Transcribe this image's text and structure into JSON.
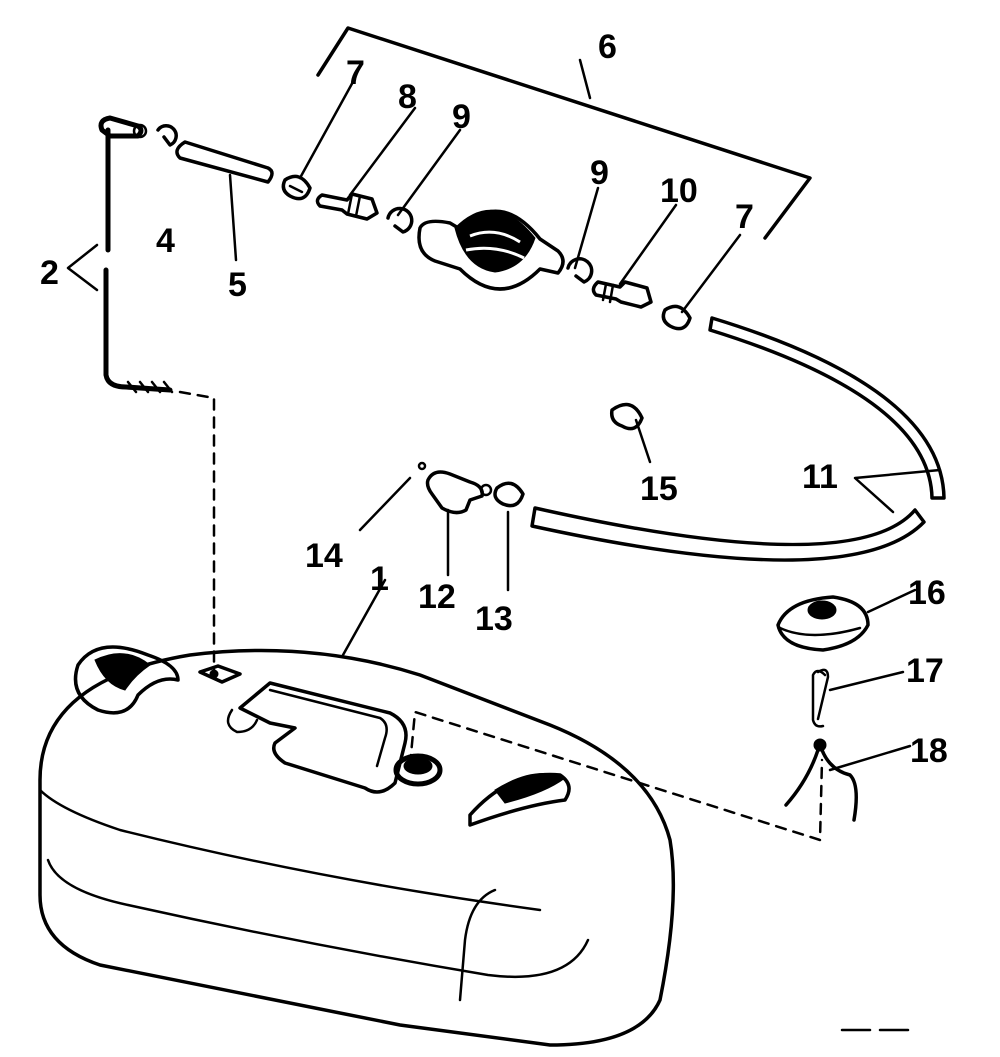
{
  "callouts": [
    {
      "id": "1",
      "text": "1"
    },
    {
      "id": "2",
      "text": "2"
    },
    {
      "id": "4",
      "text": "4"
    },
    {
      "id": "5",
      "text": "5"
    },
    {
      "id": "6",
      "text": "6"
    },
    {
      "id": "7a",
      "text": "7"
    },
    {
      "id": "7b",
      "text": "7"
    },
    {
      "id": "8",
      "text": "8"
    },
    {
      "id": "9a",
      "text": "9"
    },
    {
      "id": "9b",
      "text": "9"
    },
    {
      "id": "10",
      "text": "10"
    },
    {
      "id": "11",
      "text": "11"
    },
    {
      "id": "12",
      "text": "12"
    },
    {
      "id": "13",
      "text": "13"
    },
    {
      "id": "14",
      "text": "14"
    },
    {
      "id": "15",
      "text": "15"
    },
    {
      "id": "16",
      "text": "16"
    },
    {
      "id": "17",
      "text": "17"
    },
    {
      "id": "18",
      "text": "18"
    }
  ],
  "ink_color": "#000000",
  "paper_color": "#ffffff"
}
